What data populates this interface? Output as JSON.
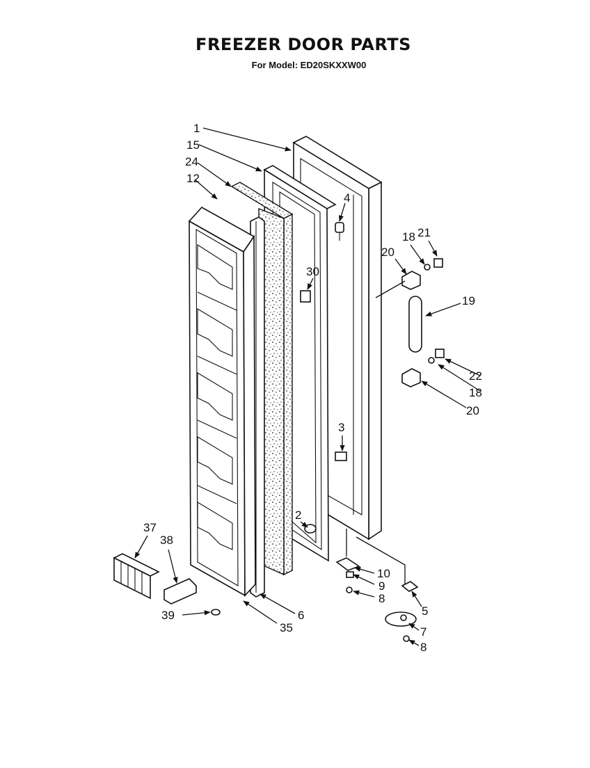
{
  "title": "FREEZER DOOR PARTS",
  "subtitle": "For Model: ED20SKXXW00",
  "callouts": [
    "1",
    "15",
    "24",
    "12",
    "4",
    "18",
    "21",
    "20",
    "30",
    "19",
    "22",
    "18",
    "20",
    "3",
    "2",
    "37",
    "38",
    "10",
    "9",
    "8",
    "5",
    "39",
    "6",
    "35",
    "7",
    "8"
  ]
}
